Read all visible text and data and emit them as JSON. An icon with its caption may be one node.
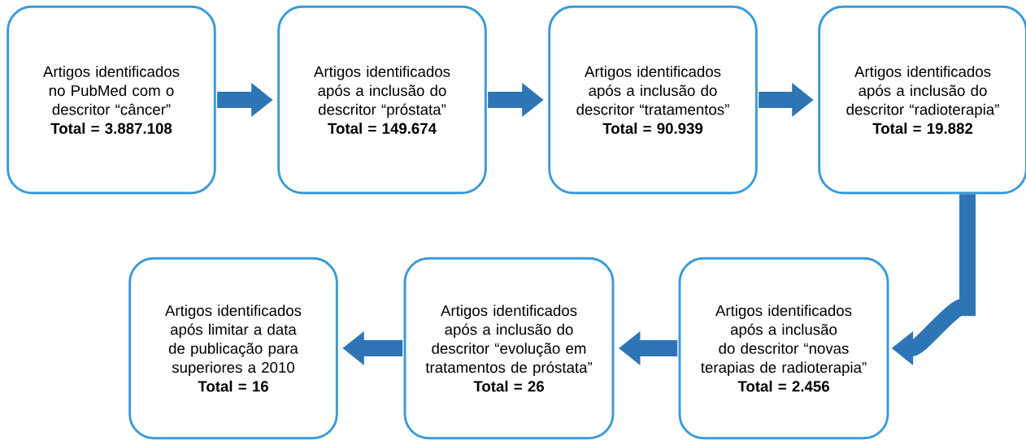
{
  "diagram": {
    "nodes": [
      {
        "text": [
          "Artigos identificados no PubMed com o descritor “câncer”",
          "Total = 3.887.108"
        ]
      },
      {
        "text": [
          "Artigos identificados após a inclusão do descritor “próstata”",
          "Total = 149.674"
        ]
      },
      {
        "text": [
          "Artigos identificados após a inclusão do descritor “tratamentos”",
          "Total = 90.939"
        ]
      },
      {
        "text": [
          "Artigos identificados após a inclusão do descritor “radioterapia”",
          "Total = 19.882"
        ]
      },
      {
        "text": [
          "Artigos identificados após a inclusão do descritor “novas terapias de radioterapia”",
          "Total = 2.456"
        ]
      },
      {
        "text": [
          "Artigos identificados após a inclusão do descritor “evolução em tratamentos de próstata”",
          "Total = 26"
        ]
      },
      {
        "text": [
          "Artigos identificados após limitar a data de publicação para superiores a 2010",
          "Total = 16"
        ]
      }
    ],
    "edges": [
      {
        "from": 0,
        "to": 1,
        "arrow": "to"
      },
      {
        "from": 1,
        "to": 2,
        "arrow": "to"
      },
      {
        "from": 2,
        "to": 3,
        "arrow": "to"
      },
      {
        "from": 3,
        "to": 4,
        "arrow": "to"
      },
      {
        "from": 4,
        "to": 5,
        "arrow": "to"
      },
      {
        "from": 5,
        "to": 6,
        "arrow": "to"
      }
    ]
  }
}
